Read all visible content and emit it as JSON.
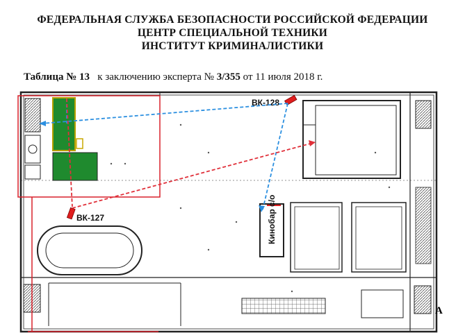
{
  "header": {
    "line1": "ФЕДЕРАЛЬНАЯ СЛУЖБА БЕЗОПАСНОСТИ РОССИЙСКОЙ ФЕДЕРАЦИИ",
    "line2": "ЦЕНТР СПЕЦИАЛЬНОЙ ТЕХНИКИ",
    "line3": "ИНСТИТУТ КРИМИНАЛИСТИКИ"
  },
  "caption": {
    "table_label": "Таблица № 13",
    "text1": "к заключению эксперта №",
    "number": "3/355",
    "text2": "от 11 июля 2018 г."
  },
  "plan": {
    "camera1": "ВК-128",
    "camera2": "ВК-127",
    "room_label": "Кинобар с/о",
    "corner_label": "А",
    "colors": {
      "frame_red": "#d8202a",
      "camera_red": "#e01e1e",
      "blue_dash": "#2b8fe0",
      "red_dash": "#e0303a",
      "green_zone": "#1f8a2e",
      "wall": "#222222"
    }
  }
}
